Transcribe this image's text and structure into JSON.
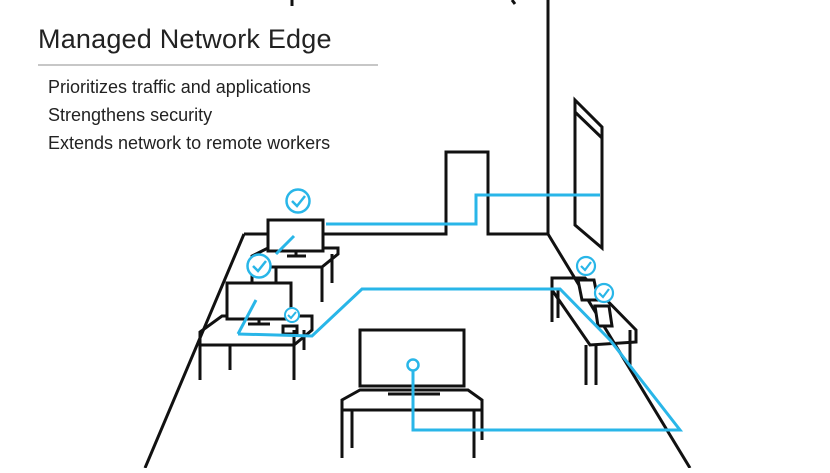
{
  "diagram": {
    "title": "Managed Network Edge",
    "bullets": [
      "Prioritizes traffic and applications",
      "Strengthens security",
      "Extends network to remote workers"
    ]
  },
  "colors": {
    "line": "#111111",
    "network": "#29b6e8",
    "title_rule": "#c7c7c7",
    "text": "#222222"
  },
  "icons": [
    "check-badge-icon",
    "access-point-icon",
    "monitor-icon",
    "tablet-icon",
    "desk-icon",
    "tv-icon"
  ]
}
